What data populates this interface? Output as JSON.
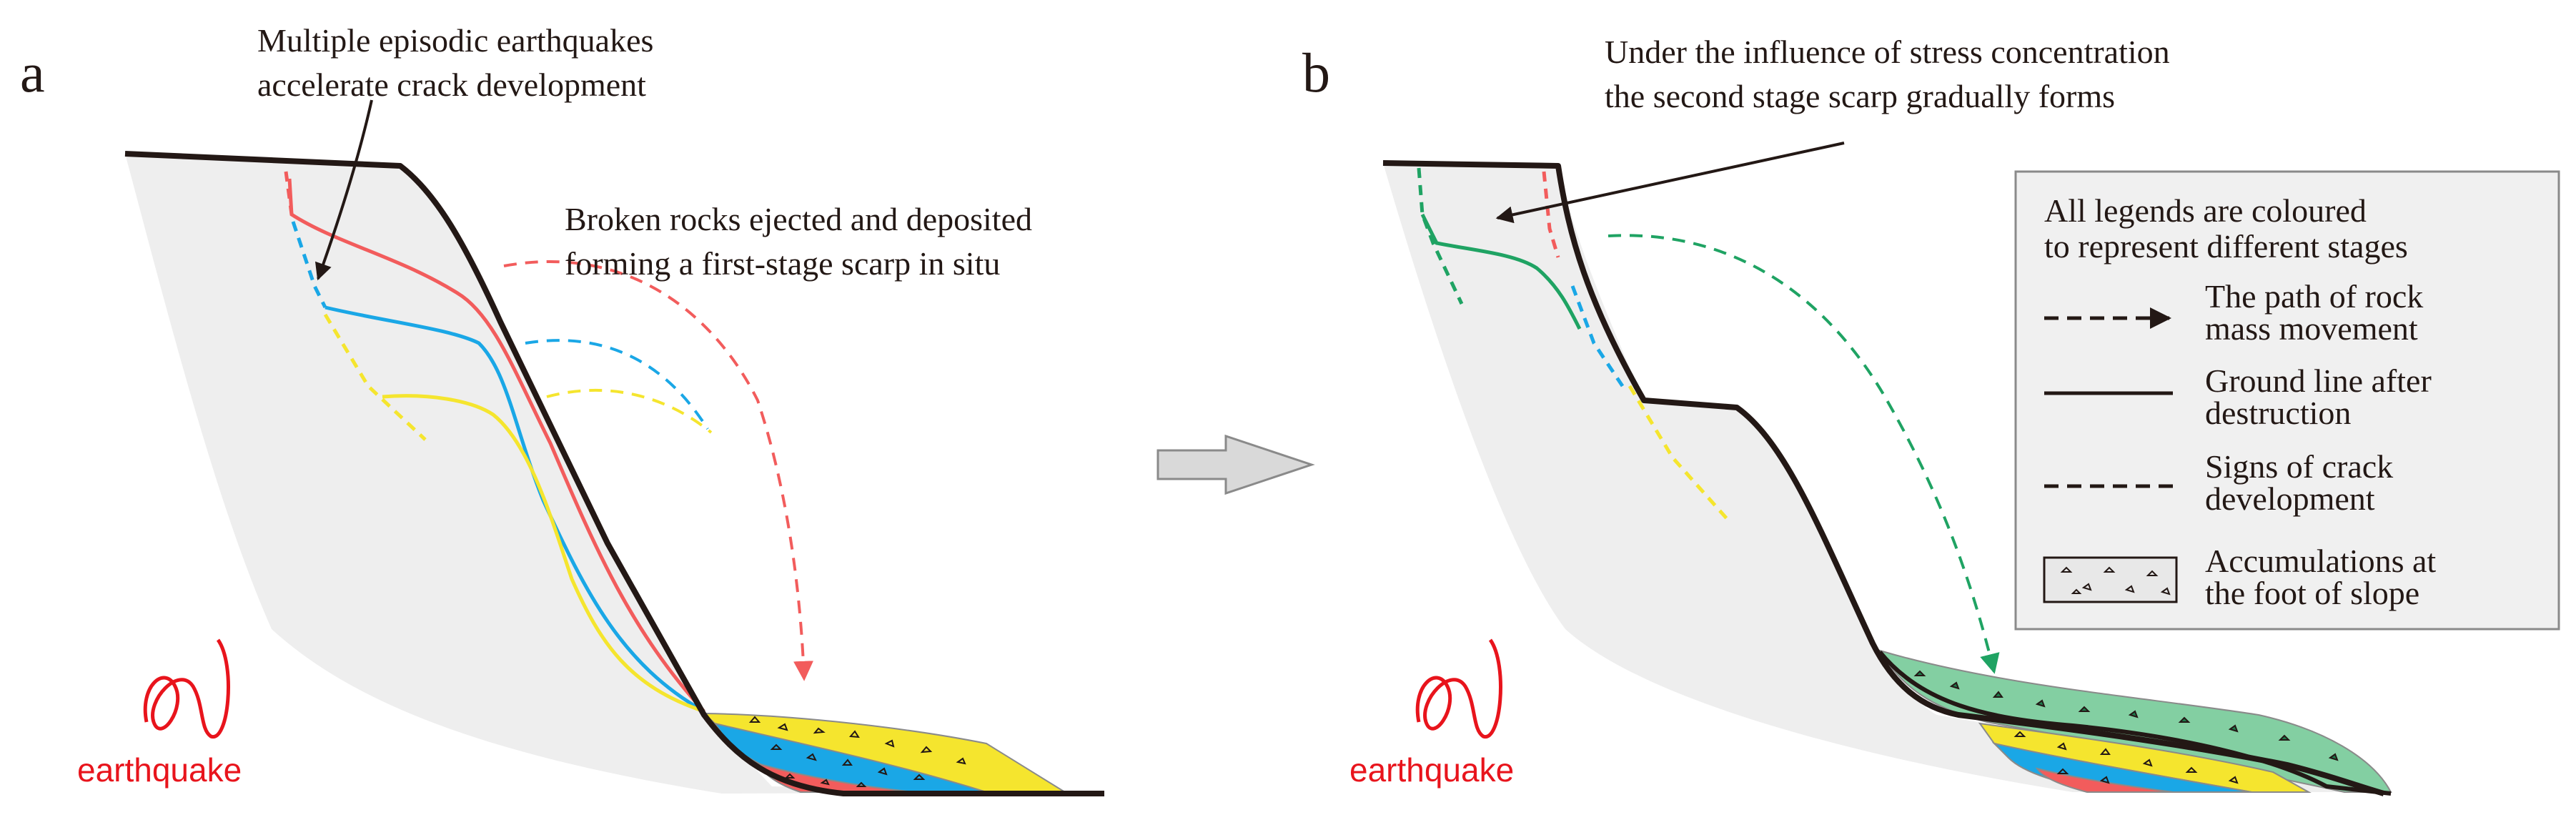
{
  "panel_a": {
    "label": "a",
    "annotation_top": [
      "Multiple episodic earthquakes",
      "accelerate crack development"
    ],
    "annotation_right": [
      "Broken rocks ejected and deposited",
      "forming a first-stage scarp in situ"
    ],
    "earthquake_label": "earthquake"
  },
  "panel_b": {
    "label": "b",
    "annotation_top": [
      "Under the influence of stress concentration",
      "the second stage scarp gradually forms"
    ],
    "earthquake_label": "earthquake"
  },
  "legend": {
    "title": [
      "All  legends are coloured",
      "to represent different stages"
    ],
    "items": [
      {
        "symbol": "dashed-arrow",
        "text": [
          "The path of rock",
          "mass movement"
        ]
      },
      {
        "symbol": "solid-line",
        "text": [
          "Ground line after",
          "destruction"
        ]
      },
      {
        "symbol": "dashed-line",
        "text": [
          "Signs of crack",
          "development"
        ]
      },
      {
        "symbol": "accumulation-box",
        "text": [
          "Accumulations at",
          "the foot of slope"
        ]
      }
    ]
  },
  "colors": {
    "stage1": "#f25c5c",
    "stage2": "#1aa7e6",
    "stage3": "#f5e52e",
    "stage4": "#1fa363",
    "stage4_fill": "#83cfa2",
    "ground": "#231815",
    "slope_fill": "#eeeeee",
    "earthquake": "#e8141c",
    "legend_bg": "#f0f0f0"
  }
}
